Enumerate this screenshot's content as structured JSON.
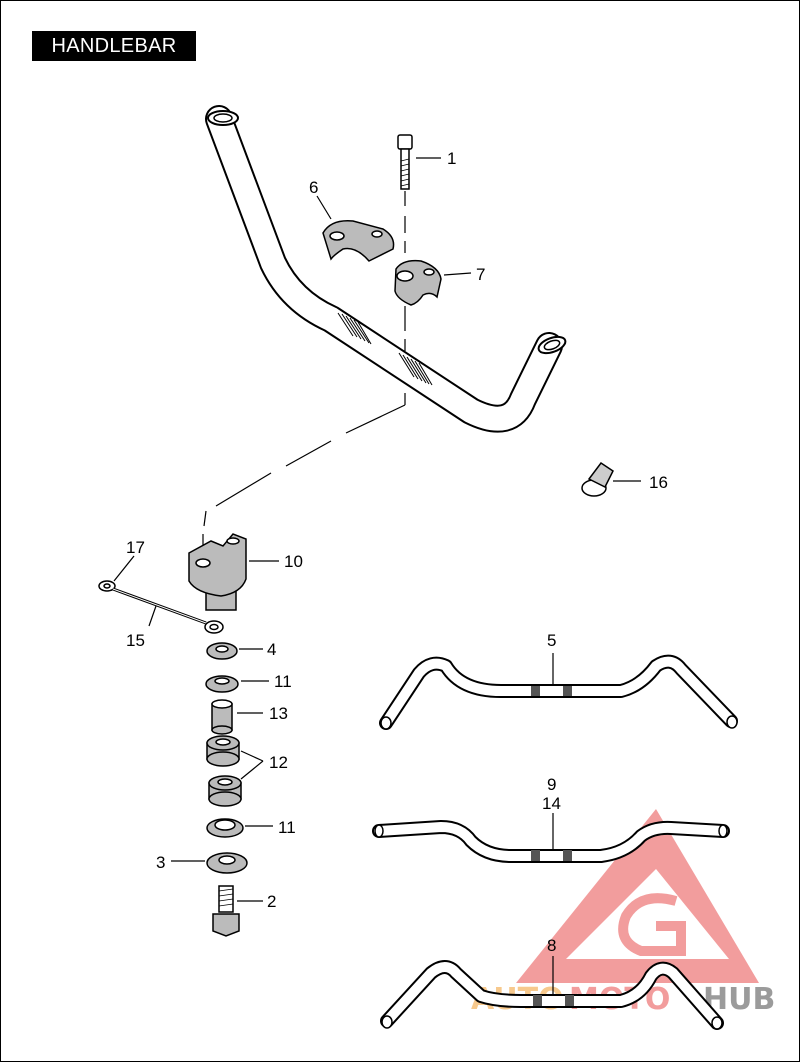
{
  "title": "HANDLEBAR",
  "callouts": {
    "c1": "1",
    "c2": "2",
    "c3": "3",
    "c4": "4",
    "c5": "5",
    "c6": "6",
    "c7": "7",
    "c8": "8",
    "c9": "9",
    "c10": "10",
    "c11a": "11",
    "c11b": "11",
    "c12": "12",
    "c13": "13",
    "c14": "14",
    "c15": "15",
    "c16": "16",
    "c17": "17"
  },
  "watermark": {
    "auto": "AUTO",
    "moto": "MOTO",
    "hub": "HUB",
    "color_primary": "#f08d8d",
    "color_secondary": "#f6c07a",
    "color_hub": "#8a8a8a"
  }
}
